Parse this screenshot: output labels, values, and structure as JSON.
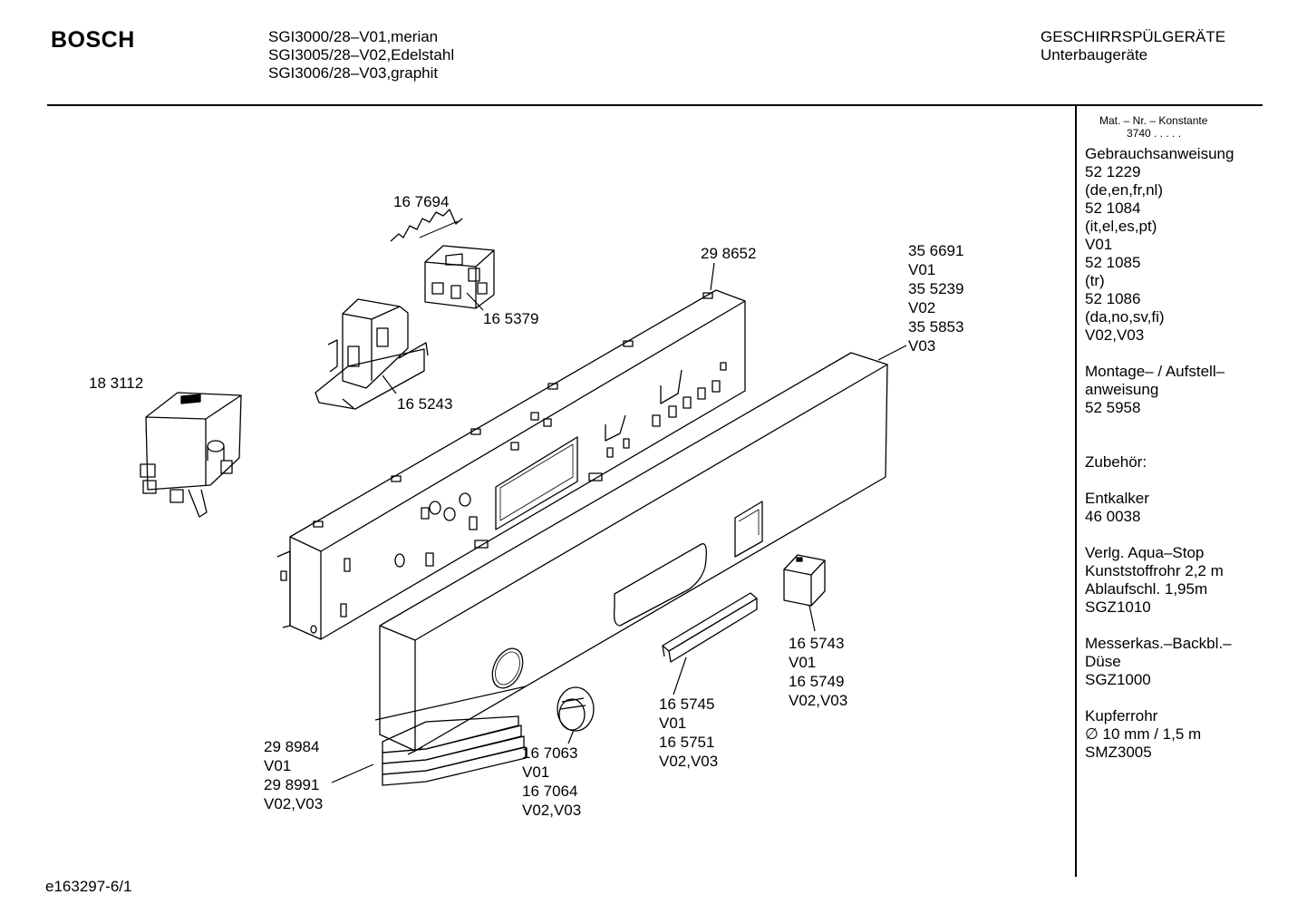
{
  "header": {
    "brand": "BOSCH",
    "models": [
      "SGI3000/28–V01,merian",
      "SGI3005/28–V02,Edelstahl",
      "SGI3006/28–V03,graphit"
    ],
    "category": [
      "GESCHIRRSPÜLGERÄTE",
      "Unterbaugeräte"
    ]
  },
  "sidebar": {
    "mat_label": "Mat. – Nr. – Konstante",
    "mat_value": "3740  .  .  .  .  .",
    "lines": [
      "Gebrauchsanweisung",
      "52 1229",
      "(de,en,fr,nl)",
      "52 1084",
      "(it,el,es,pt)",
      "V01",
      "52 1085",
      "(tr)",
      "52 1086",
      "(da,no,sv,fi)",
      "V02,V03",
      "",
      "Montage– / Aufstell–",
      "anweisung",
      "52 5958",
      "",
      "",
      "Zubehör:",
      "",
      "Entkalker",
      "46 0038",
      "",
      "Verlg. Aqua–Stop",
      "Kunststoffrohr 2,2 m",
      "Ablaufschl. 1,95m",
      "SGZ1010",
      "",
      "Messerkas.–Backbl.–",
      "Düse",
      "SGZ1000",
      "",
      "Kupferrohr",
      "∅ 10 mm / 1,5 m",
      "SMZ3005"
    ]
  },
  "parts": {
    "p167694": [
      "16 7694"
    ],
    "p298652": [
      "29 8652"
    ],
    "p356691": [
      "35 6691",
      "V01",
      "35 5239",
      "V02",
      "35 5853",
      "V03"
    ],
    "p165379": [
      "16 5379"
    ],
    "p183112": [
      "18 3112"
    ],
    "p165243": [
      "16 5243"
    ],
    "p165743": [
      "16 5743",
      "V01",
      "16 5749",
      "V02,V03"
    ],
    "p165745": [
      "16 5745",
      "V01",
      "16 5751",
      "V02,V03"
    ],
    "p298984": [
      "29 8984",
      "V01",
      "29 8991",
      "V02,V03"
    ],
    "p167063": [
      "16 7063",
      "V01",
      "16 7064",
      "V02,V03"
    ]
  },
  "footer": {
    "code": "e163297-6/1"
  }
}
